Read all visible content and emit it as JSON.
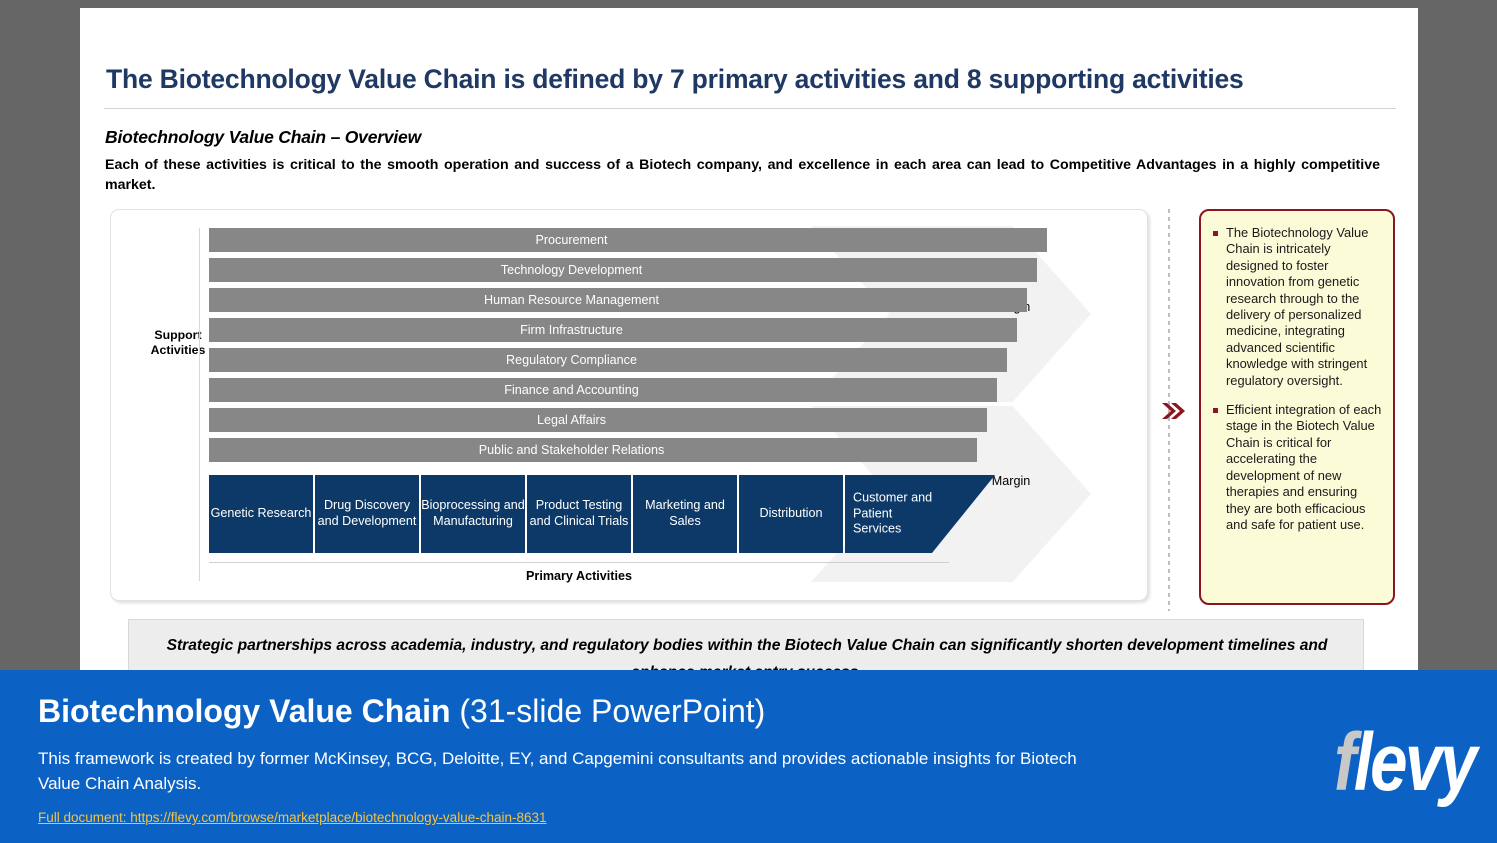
{
  "slide": {
    "title": "The Biotechnology Value Chain is defined by 7 primary activities and 8 supporting activities",
    "subtitle": "Biotechnology Value Chain – Overview",
    "lead": "Each of these activities is critical to the smooth operation and success of a Biotech company, and excellence in each area can lead to Competitive Advantages in a highly competitive market."
  },
  "diagram": {
    "support_label": "Support\nActivities",
    "support_label_line1": "Support",
    "support_label_line2": "Activities",
    "support_activities": [
      "Procurement",
      "Technology Development",
      "Human Resource Management",
      "Firm Infrastructure",
      "Regulatory Compliance",
      "Finance and Accounting",
      "Legal Affairs",
      "Public and Stakeholder Relations"
    ],
    "primary_activities": [
      "Genetic Research",
      "Drug Discovery and Development",
      "Bioprocessing and Manufacturing",
      "Product Testing and Clinical Trials",
      "Marketing and Sales",
      "Distribution",
      "Customer and Patient Services"
    ],
    "primary_label": "Primary Activities",
    "margin_label_top": "Margin",
    "margin_label_bottom": "Margin",
    "colors": {
      "support_bar": "#878787",
      "primary_box": "#0C3968",
      "margin_chevron": "#F2F2F2",
      "callout_fill": "#FCFBD8",
      "callout_border": "#8B1520",
      "title": "#1F3864"
    }
  },
  "callout": {
    "bullets": [
      "The Biotechnology Value Chain is intricately designed to foster innovation from genetic research through to the delivery of personalized medicine, integrating advanced scientific knowledge with stringent regulatory oversight.",
      "Efficient integration of each stage in the Biotech Value Chain is critical for accelerating the development of new therapies and ensuring they are both efficacious and safe for patient use."
    ]
  },
  "footer_strip": {
    "text": "Strategic partnerships across academia, industry, and regulatory bodies within the Biotech Value Chain can significantly shorten development timelines and enhance market entry success."
  },
  "banner": {
    "title_bold": "Biotechnology Value Chain",
    "title_light": " (31-slide PowerPoint)",
    "description": "This framework is created by former McKinsey, BCG, Deloitte, EY, and Capgemini consultants and provides actionable insights for Biotech Value Chain Analysis.",
    "url_label": "Full document: https://flevy.com/browse/marketplace/biotechnology-value-chain-8631",
    "logo_f": "f",
    "logo_rest": "levy",
    "accent": "#0B62C4",
    "url_color": "#F5C342"
  }
}
